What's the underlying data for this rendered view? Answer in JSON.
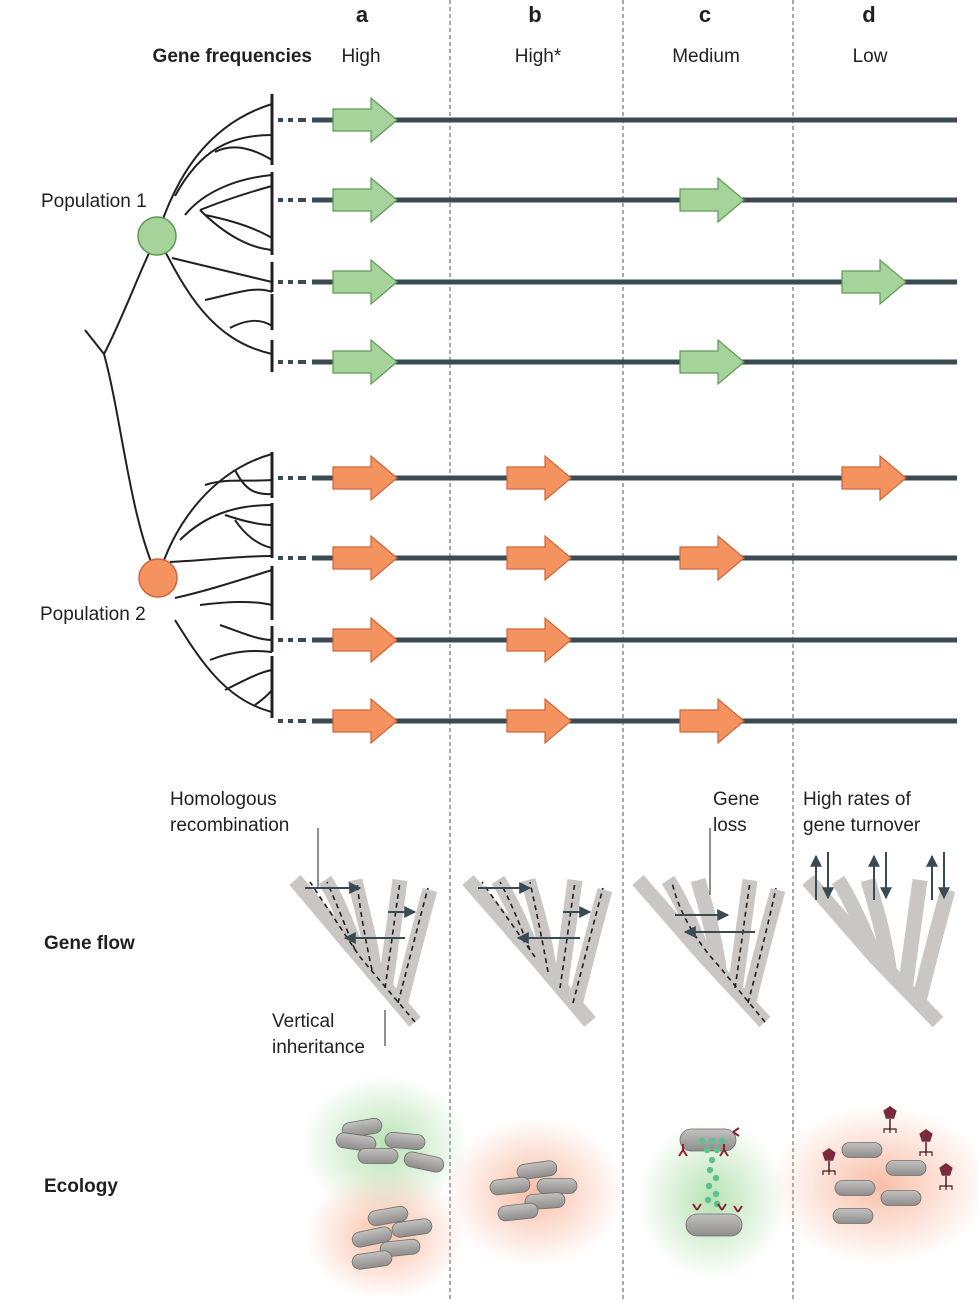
{
  "columns": [
    {
      "letter": "a",
      "frequency": "High"
    },
    {
      "letter": "b",
      "frequency": "High*"
    },
    {
      "letter": "c",
      "frequency": "Medium"
    },
    {
      "letter": "d",
      "frequency": "Low"
    }
  ],
  "labels": {
    "gene_frequencies": "Gene frequencies",
    "population_1": "Population 1",
    "population_2": "Population 2",
    "gene_flow": "Gene flow",
    "ecology": "Ecology",
    "homologous_1": "Homologous",
    "homologous_2": "recombination",
    "vertical_1": "Vertical",
    "vertical_2": "inheritance",
    "gene_loss_1": "Gene",
    "gene_loss_2": "loss",
    "turnover_1": "High rates of",
    "turnover_2": "gene turnover"
  },
  "genomes": [
    {
      "population": 1,
      "genes": [
        "a"
      ]
    },
    {
      "population": 1,
      "genes": [
        "a",
        "c"
      ]
    },
    {
      "population": 1,
      "genes": [
        "a",
        "d"
      ]
    },
    {
      "population": 1,
      "genes": [
        "a",
        "c"
      ]
    },
    {
      "population": 2,
      "genes": [
        "a",
        "b",
        "d"
      ]
    },
    {
      "population": 2,
      "genes": [
        "a",
        "b",
        "c"
      ]
    },
    {
      "population": 2,
      "genes": [
        "a",
        "b"
      ]
    },
    {
      "population": 2,
      "genes": [
        "a",
        "b",
        "c"
      ]
    }
  ],
  "colors": {
    "population_1": "#a6d39a",
    "population_1_stroke": "#5c9a55",
    "population_2": "#f4935f",
    "population_2_stroke": "#d0643a",
    "genome_line": "#3a4a52",
    "tree_grey": "#c9c6c4",
    "cell_grey": "#a7a6a5",
    "phage": "#7a2a3c"
  }
}
